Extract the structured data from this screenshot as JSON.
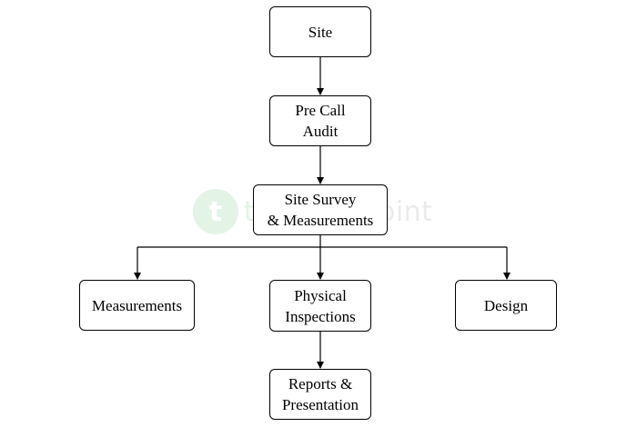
{
  "diagram": {
    "nodes": {
      "site": {
        "lines": [
          "Site"
        ]
      },
      "pre_call_audit": {
        "lines": [
          "Pre Call",
          "Audit"
        ]
      },
      "site_survey": {
        "lines": [
          "Site Survey",
          "& Measurements"
        ]
      },
      "measurements": {
        "lines": [
          "Measurements"
        ]
      },
      "physical_inspections": {
        "lines": [
          "Physical",
          "Inspections"
        ]
      },
      "design": {
        "lines": [
          "Design"
        ]
      },
      "reports": {
        "lines": [
          "Reports &",
          "Presentation"
        ]
      }
    },
    "edges": [
      {
        "from": "site",
        "to": "pre_call_audit"
      },
      {
        "from": "pre_call_audit",
        "to": "site_survey"
      },
      {
        "from": "site_survey",
        "to": "measurements"
      },
      {
        "from": "site_survey",
        "to": "physical_inspections"
      },
      {
        "from": "site_survey",
        "to": "design"
      },
      {
        "from": "physical_inspections",
        "to": "reports"
      }
    ]
  },
  "watermark": {
    "icon_glyph": "t",
    "text_bold": "tutorials",
    "text_light": "point",
    "color": "#2ea84a"
  }
}
